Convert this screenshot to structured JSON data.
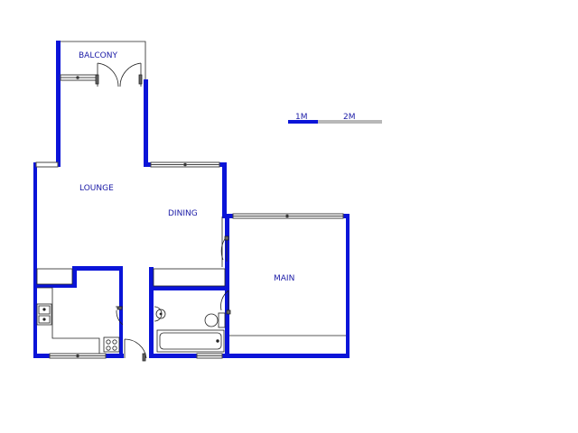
{
  "rooms": {
    "balcony": "BALCONY",
    "lounge": "LOUNGE",
    "dining": "DINING",
    "main": "MAIN"
  },
  "scale": {
    "label_1": "1M",
    "label_2": "2M"
  },
  "colors": {
    "wall": "#0a14d8",
    "thin": "#222222",
    "window": "#555555",
    "scale_gray": "#b8b8b8"
  }
}
